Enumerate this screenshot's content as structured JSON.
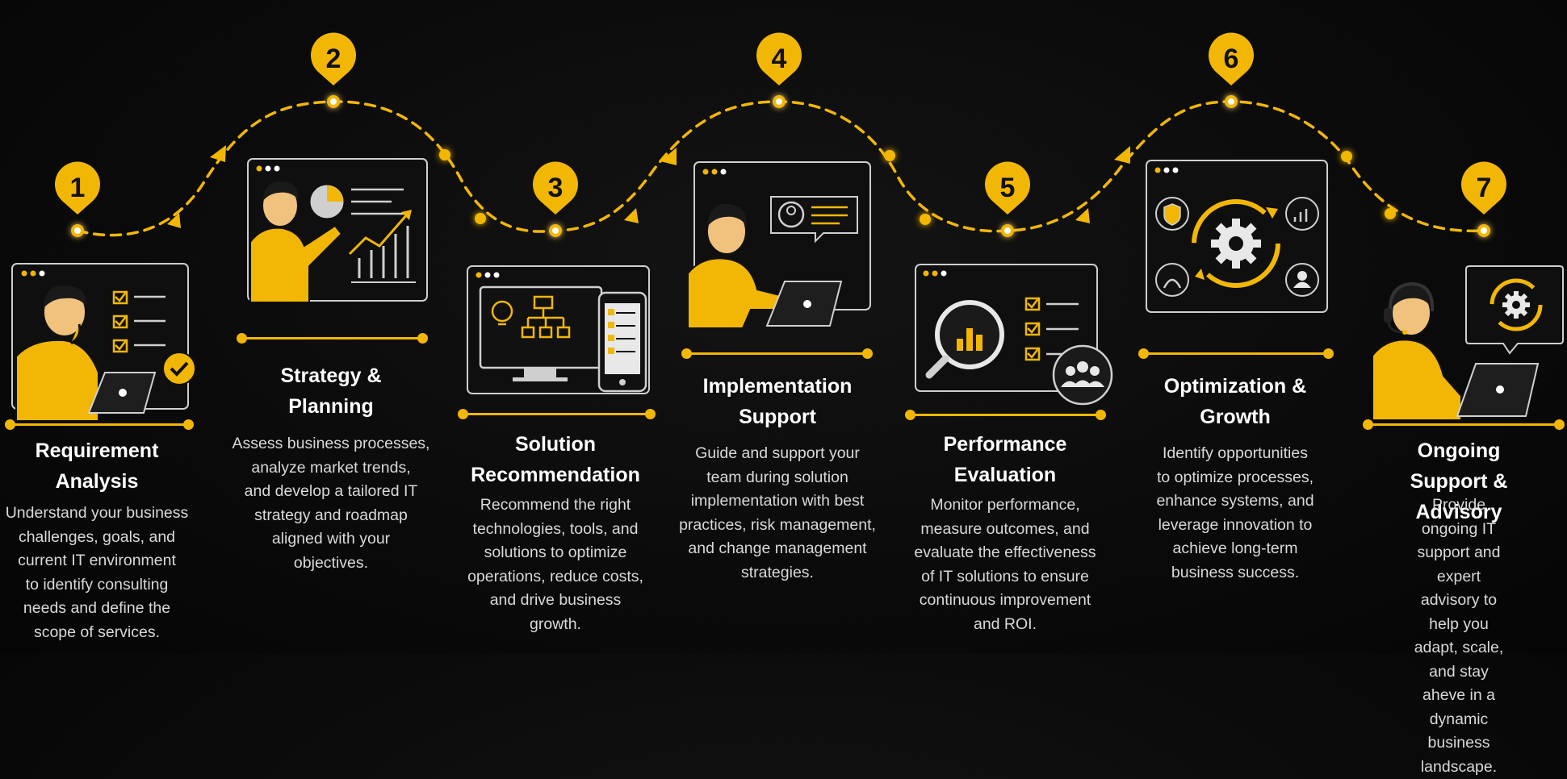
{
  "colors": {
    "accent": "#f2b705",
    "background": "#0b0b0b",
    "text": "#ffffff",
    "muted": "#d9d9d9"
  },
  "steps": [
    {
      "number": "1",
      "title": "Requirement\nAnalysis",
      "description": "Understand your business\nchallenges, goals, and\ncurrent IT environment\nto identify consulting\nneeds and define the\nscope of services.",
      "illustration": "person-thinking-laptop-checklist-icon"
    },
    {
      "number": "2",
      "title": "Strategy &\nPlanning",
      "description": "Assess business processes,\nanalyze market trends,\nand develop a tailored IT\nstrategy and roadmap\naligned with your\nobjectives.",
      "illustration": "person-presenting-charts-icon"
    },
    {
      "number": "3",
      "title": "Solution\nRecommendation",
      "description": "Recommend the right\ntechnologies, tools, and\nsolutions to optimize\noperations, reduce costs,\nand drive business\ngrowth.",
      "illustration": "monitor-flowchart-phone-checklist-icon"
    },
    {
      "number": "4",
      "title": "Implementation\nSupport",
      "description": "Guide and support your\nteam during solution\nimplementation with best\npractices, risk management,\nand change management\nstrategies.",
      "illustration": "person-working-laptop-profile-icon"
    },
    {
      "number": "5",
      "title": "Performance\nEvaluation",
      "description": "Monitor performance,\nmeasure outcomes, and\nevaluate the effectiveness\nof IT solutions to ensure\ncontinuous improvement\nand ROI.",
      "illustration": "magnifier-chart-team-icon"
    },
    {
      "number": "6",
      "title": "Optimization &\nGrowth",
      "description": "Identify opportunities\nto optimize processes,\nenhance systems, and\nleverage innovation to\nachieve long-term\nbusiness success.",
      "illustration": "gear-cycle-dashboard-icon"
    },
    {
      "number": "7",
      "title": "Ongoing Support &\nAdvisory",
      "description": "Provide ongoing IT\nsupport and expert\nadvisory to help you\nadapt, scale, and stay\naheve in a dynamic\nbusiness landscape.",
      "illustration": "person-headset-laptop-gear-icon"
    }
  ]
}
